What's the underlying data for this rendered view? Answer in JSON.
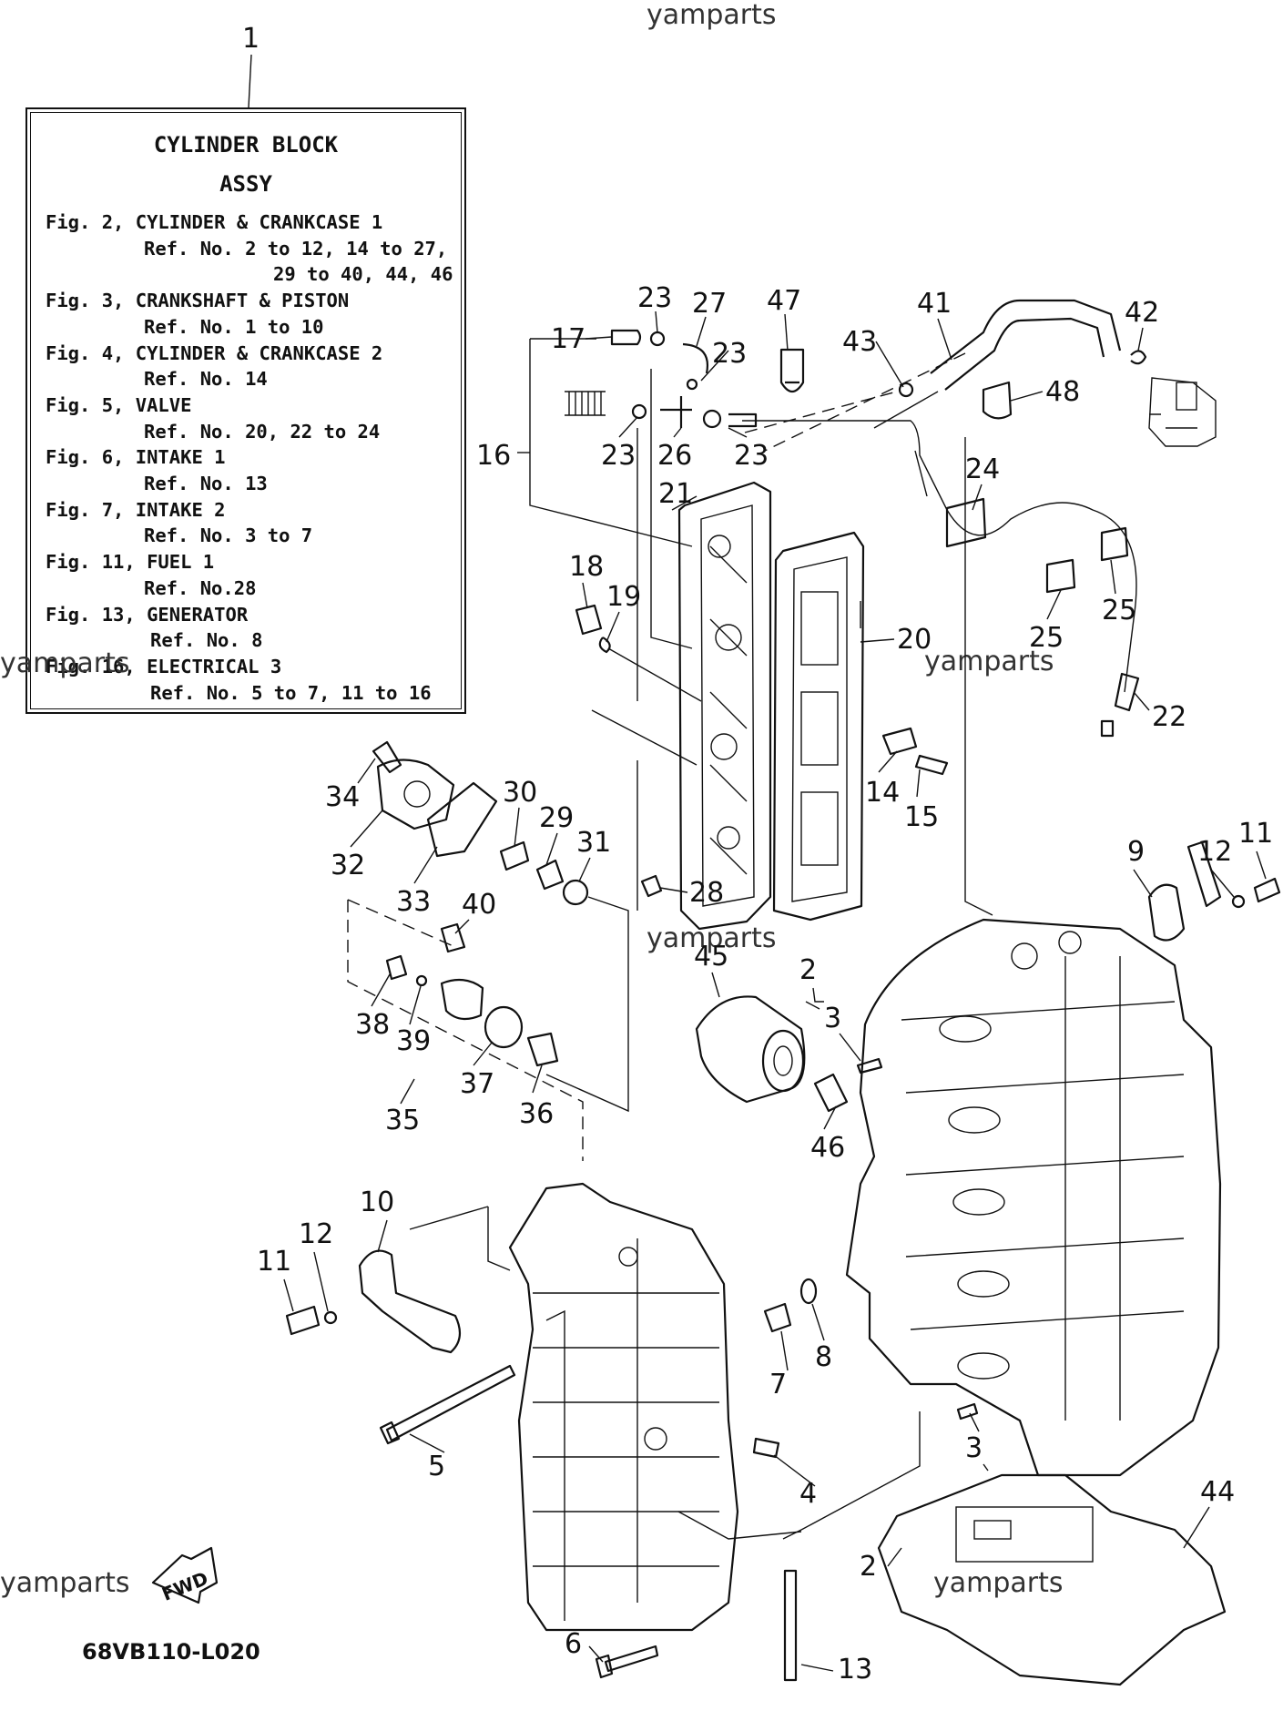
{
  "watermark": "yamparts",
  "diagram_code": "68VB110-L020",
  "fwd_label": "FWD",
  "assy_box": {
    "ref_number": "1",
    "title_line1": "CYLINDER BLOCK",
    "title_line2": "ASSY",
    "lines": [
      {
        "text": "Fig. 2, CYLINDER & CRANKCASE 1",
        "kind": "fig"
      },
      {
        "text": "Ref. No. 2 to 12, 14 to 27,",
        "kind": "ref"
      },
      {
        "text": "29 to 40, 44, 46",
        "kind": "ref2"
      },
      {
        "text": "Fig. 3, CRANKSHAFT & PISTON",
        "kind": "fig"
      },
      {
        "text": "Ref. No. 1 to 10",
        "kind": "ref"
      },
      {
        "text": "Fig. 4, CYLINDER & CRANKCASE 2",
        "kind": "fig"
      },
      {
        "text": "Ref. No. 14",
        "kind": "ref"
      },
      {
        "text": "Fig. 5, VALVE",
        "kind": "fig"
      },
      {
        "text": "Ref. No. 20, 22 to 24",
        "kind": "ref"
      },
      {
        "text": "Fig. 6, INTAKE 1",
        "kind": "fig"
      },
      {
        "text": "Ref. No. 13",
        "kind": "ref"
      },
      {
        "text": "Fig. 7, INTAKE 2",
        "kind": "fig"
      },
      {
        "text": "Ref. No. 3 to 7",
        "kind": "ref"
      },
      {
        "text": "Fig. 11, FUEL 1",
        "kind": "fig"
      },
      {
        "text": "Ref. No.28",
        "kind": "ref"
      },
      {
        "text": "Fig. 13, GENERATOR",
        "kind": "fig"
      },
      {
        "text": "Ref. No. 8",
        "kind": "refb"
      },
      {
        "text": "Fig. 16, ELECTRICAL 3",
        "kind": "fig"
      },
      {
        "text": "Ref. No. 5 to 7, 11 to 16",
        "kind": "refb"
      }
    ]
  },
  "callouts": [
    "2",
    "3",
    "4",
    "5",
    "6",
    "7",
    "8",
    "9",
    "10",
    "11",
    "12",
    "13",
    "14",
    "15",
    "16",
    "17",
    "18",
    "19",
    "20",
    "21",
    "22",
    "23",
    "24",
    "25",
    "26",
    "27",
    "28",
    "29",
    "30",
    "31",
    "32",
    "33",
    "34",
    "35",
    "36",
    "37",
    "38",
    "39",
    "40",
    "41",
    "42",
    "43",
    "44",
    "45",
    "46",
    "47",
    "48"
  ]
}
